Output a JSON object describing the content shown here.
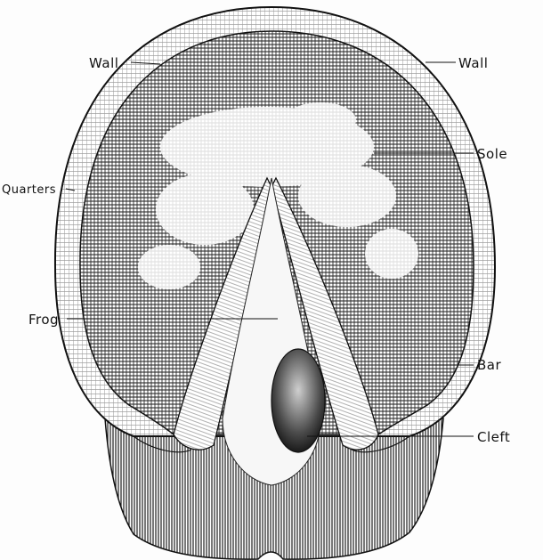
{
  "labels": {
    "wall_left": "Wall",
    "wall_right": "Wall",
    "sole": "Sole",
    "quarters": "Quarters",
    "frog": "Frog",
    "bar": "Bar",
    "cleft": "Cleft"
  },
  "colors": {
    "ink": "#111111",
    "paper": "#fdfdfd",
    "hatch_dark": "#2a2a2a",
    "hatch_mid": "#6a6a6a"
  }
}
